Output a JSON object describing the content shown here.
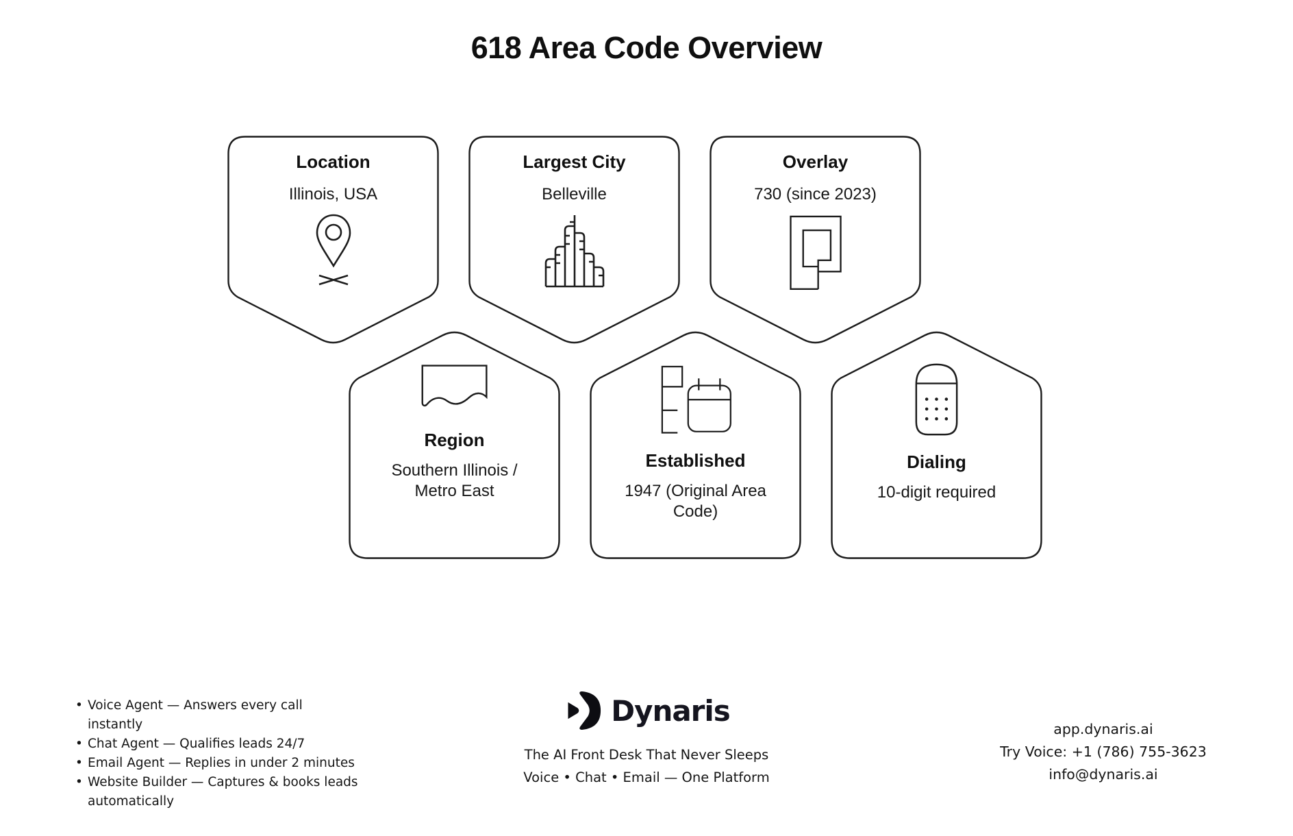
{
  "title": "618 Area Code Overview",
  "cards": [
    {
      "label": "Location",
      "value": "Illinois, USA",
      "icon": "location-pin-icon",
      "row": "top"
    },
    {
      "label": "Largest City",
      "value": "Belleville",
      "icon": "city-buildings-icon",
      "row": "top"
    },
    {
      "label": "Overlay",
      "value": "730 (since 2023)",
      "icon": "overlay-squares-icon",
      "row": "top"
    },
    {
      "label": "Region",
      "value": "Southern Illinois / Metro East",
      "icon": "region-map-icon",
      "row": "bottom"
    },
    {
      "label": "Established",
      "value": "1947 (Original Area Code)",
      "icon": "building-calendar-icon",
      "row": "bottom"
    },
    {
      "label": "Dialing",
      "value": "10-digit required",
      "icon": "phone-keypad-icon",
      "row": "bottom"
    }
  ],
  "footer": {
    "features": [
      "Voice Agent — Answers every call instantly",
      "Chat Agent — Qualifies leads 24/7",
      "Email Agent — Replies in under 2 minutes",
      "Website Builder — Captures & books leads automatically"
    ],
    "brand": {
      "name": "Dynaris",
      "logo_icon": "dynaris-logo-icon",
      "tagline": "The AI Front Desk That Never Sleeps",
      "platform_line": "Voice • Chat • Email — One Platform"
    },
    "contact": {
      "website": "app.dynaris.ai",
      "phone_line": "Try Voice: +1 (786) 755-3623",
      "email": "info@dynaris.ai"
    }
  },
  "colors": {
    "background": "#ffffff",
    "stroke": "#1c1c1c",
    "text": "#111111"
  }
}
